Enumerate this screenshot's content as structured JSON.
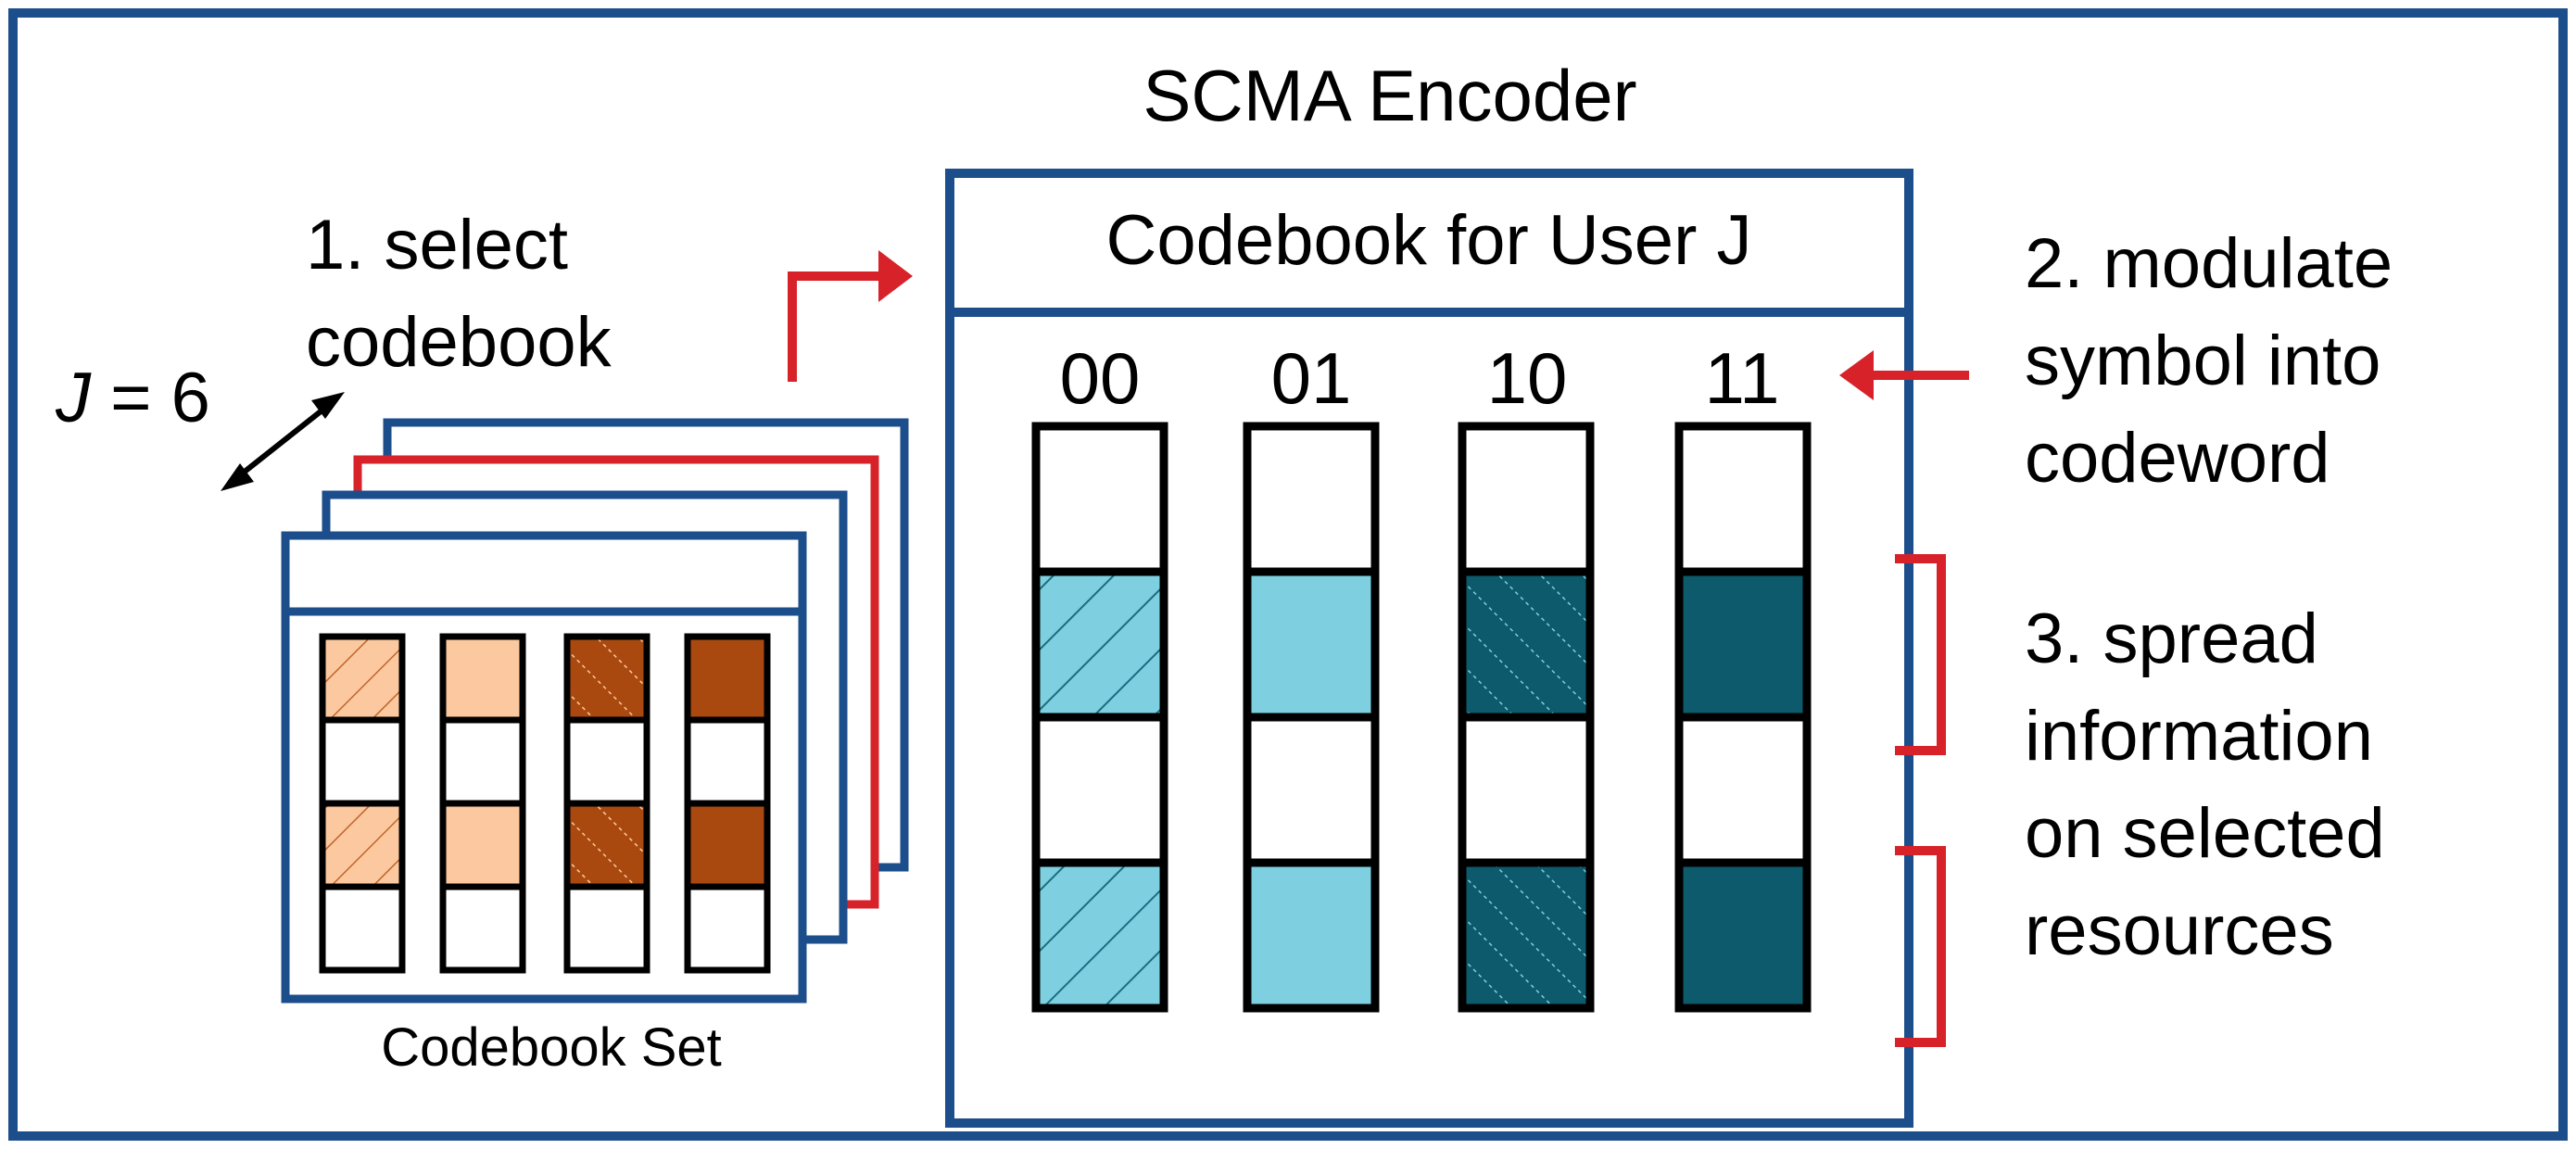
{
  "title": "SCMA Encoder",
  "colors": {
    "frame": "#1c4e8c",
    "arrow": "#d8222a",
    "light_orange": "#fbc89f",
    "dark_orange": "#a9490f",
    "light_teal": "#7ecfe0",
    "dark_teal": "#0c5a6c"
  },
  "codebook_set": {
    "label": "Codebook Set",
    "j_var": "J",
    "j_rest": " = 6"
  },
  "steps": {
    "select": [
      "1. select",
      "codebook"
    ],
    "modulate": [
      "2. modulate",
      "symbol into",
      "codeword"
    ],
    "spread": [
      "3. spread",
      "information",
      "on selected",
      "resources"
    ]
  },
  "user_codebook": {
    "title": "Codebook for User J",
    "symbols": [
      "00",
      "01",
      "10",
      "11"
    ]
  }
}
